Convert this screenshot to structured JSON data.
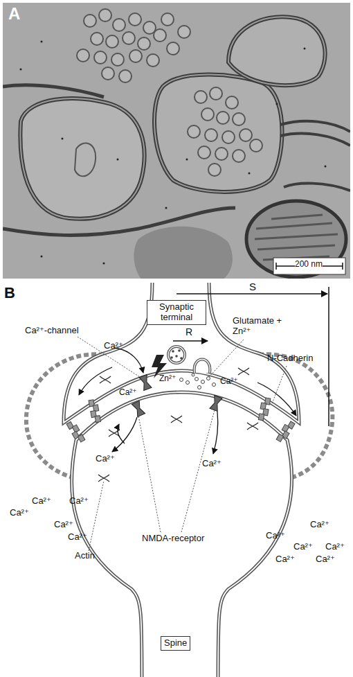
{
  "diagram": {
    "nodes": [
      {
        "text": [
          "Synaptic terminal"
        ]
      },
      {
        "text": [
          "Spine"
        ]
      }
    ],
    "labels": [
      "A",
      "200 nm",
      "B",
      "S",
      "R",
      "Ca²⁺-channel",
      "Ca²⁺",
      "Glutamate + Zn²⁺",
      "N-Cadherin",
      "Ca²⁺",
      "Zn²⁺",
      "Ca²⁺",
      "Ca²⁺",
      "Ca²⁺",
      "Ca²⁺",
      "Ca²⁺",
      "Ca²⁺",
      "Ca²⁺",
      "Ca²⁺",
      "Actin",
      "NMDA-receptor",
      "Ca²⁺",
      "Ca²⁺",
      "Ca²⁺",
      "Ca²⁺",
      "Ca²⁺",
      "Ca²⁺"
    ]
  }
}
